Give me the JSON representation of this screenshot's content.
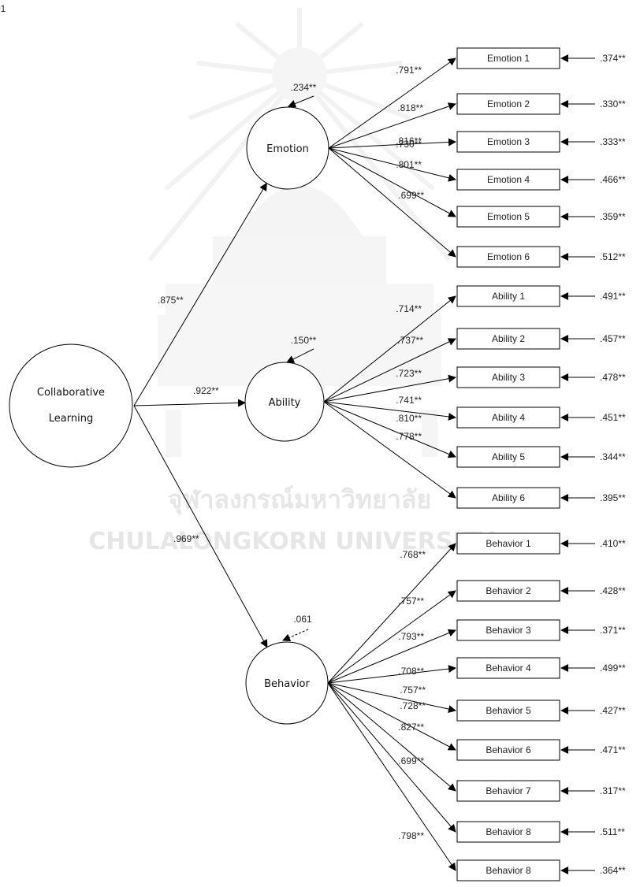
{
  "page_number": "01",
  "watermark": {
    "thai_text": "จุฬาลงกรณ์มหาวิทยาลัย",
    "english_text": "CHULALONGKORN UNIVERSITY"
  },
  "colors": {
    "line": "#000000",
    "text": "#222222",
    "watermark": "#e6e6e6"
  },
  "second_order": {
    "name_line1": "Collaborative",
    "name_line2": "Learning"
  },
  "factors": [
    {
      "id": "emotion",
      "name": "Emotion",
      "path_loading": ".875**",
      "disturbance": ".234**",
      "disturbance_dashed": false,
      "indicators": [
        {
          "name": "Emotion 1",
          "loading": ".791**",
          "error": ".374**"
        },
        {
          "name": "Emotion 2",
          "loading": ".818**",
          "error": ".330**"
        },
        {
          "name": "Emotion 3",
          "loading": ".816**",
          "error": ".333**"
        },
        {
          "name": "Emotion 4",
          "loading": ".730**",
          "error": ".466**"
        },
        {
          "name": "Emotion 5",
          "loading": ".801**",
          "error": ".359**"
        },
        {
          "name": "Emotion 6",
          "loading": ".699**",
          "error": ".512**"
        }
      ]
    },
    {
      "id": "ability",
      "name": "Ability",
      "path_loading": ".922**",
      "disturbance": ".150**",
      "disturbance_dashed": false,
      "indicators": [
        {
          "name": "Ability 1",
          "loading": ".714**",
          "error": ".491**"
        },
        {
          "name": "Ability 2",
          "loading": ".737**",
          "error": ".457**"
        },
        {
          "name": "Ability 3",
          "loading": ".723**",
          "error": ".478**"
        },
        {
          "name": "Ability 4",
          "loading": ".741**",
          "error": ".451**"
        },
        {
          "name": "Ability 5",
          "loading": ".810**",
          "error": ".344**"
        },
        {
          "name": "Ability 6",
          "loading": ".778**",
          "error": ".395**"
        }
      ]
    },
    {
      "id": "behavior",
      "name": "Behavior",
      "path_loading": ".969**",
      "disturbance": ".061",
      "disturbance_dashed": true,
      "indicators": [
        {
          "name": "Behavior 1",
          "loading": ".768**",
          "error": ".410**"
        },
        {
          "name": "Behavior 2",
          "loading": ".757**",
          "error": ".428**"
        },
        {
          "name": "Behavior 3",
          "loading": ".793**",
          "error": ".371**"
        },
        {
          "name": "Behavior 4",
          "loading": ".708**",
          "error": ".499**"
        },
        {
          "name": "Behavior 5",
          "loading": ".757**",
          "error": ".427**"
        },
        {
          "name": "Behavior 6",
          "loading": ".728**",
          "error": ".471**"
        },
        {
          "name": "Behavior 7",
          "loading": ".827**",
          "error": ".317**"
        },
        {
          "name": "Behavior 8",
          "loading": ".699**",
          "error": ".511**"
        },
        {
          "name": "Behavior 8",
          "loading": ".798**",
          "error": ".364**"
        }
      ]
    }
  ]
}
